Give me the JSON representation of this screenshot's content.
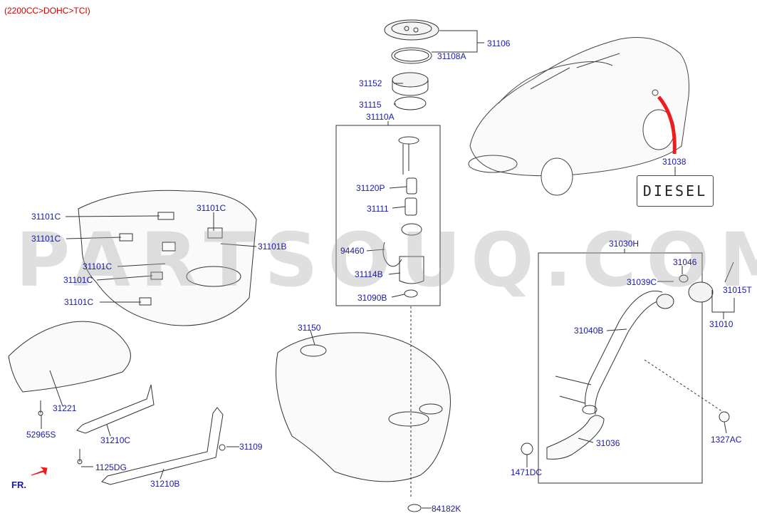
{
  "header": {
    "title": "(2200CC>DOHC>TCI)"
  },
  "watermark": "PARTSOUQ.COM",
  "badge": {
    "text": "DIESEL"
  },
  "direction": {
    "label": "FR."
  },
  "colors": {
    "label": "#1a1aa8",
    "header": "#cc0000",
    "accent": "#ee1c1c"
  },
  "parts": [
    {
      "code": "31106"
    },
    {
      "code": "31108A"
    },
    {
      "code": "31152"
    },
    {
      "code": "31115"
    },
    {
      "code": "31110A"
    },
    {
      "code": "31120P"
    },
    {
      "code": "31111"
    },
    {
      "code": "94460"
    },
    {
      "code": "31114B"
    },
    {
      "code": "31090B"
    },
    {
      "code": "31038"
    },
    {
      "code": "31101C"
    },
    {
      "code": "31101C"
    },
    {
      "code": "31101C"
    },
    {
      "code": "31101C"
    },
    {
      "code": "31101C"
    },
    {
      "code": "31101C"
    },
    {
      "code": "31101B"
    },
    {
      "code": "31150"
    },
    {
      "code": "31221"
    },
    {
      "code": "52965S"
    },
    {
      "code": "31210C"
    },
    {
      "code": "1125DG"
    },
    {
      "code": "31210B"
    },
    {
      "code": "31109"
    },
    {
      "code": "84182K"
    },
    {
      "code": "1471DC"
    },
    {
      "code": "31030H"
    },
    {
      "code": "31046"
    },
    {
      "code": "31039C"
    },
    {
      "code": "31015T"
    },
    {
      "code": "31040B"
    },
    {
      "code": "31010"
    },
    {
      "code": "31036"
    },
    {
      "code": "1327AC"
    }
  ]
}
